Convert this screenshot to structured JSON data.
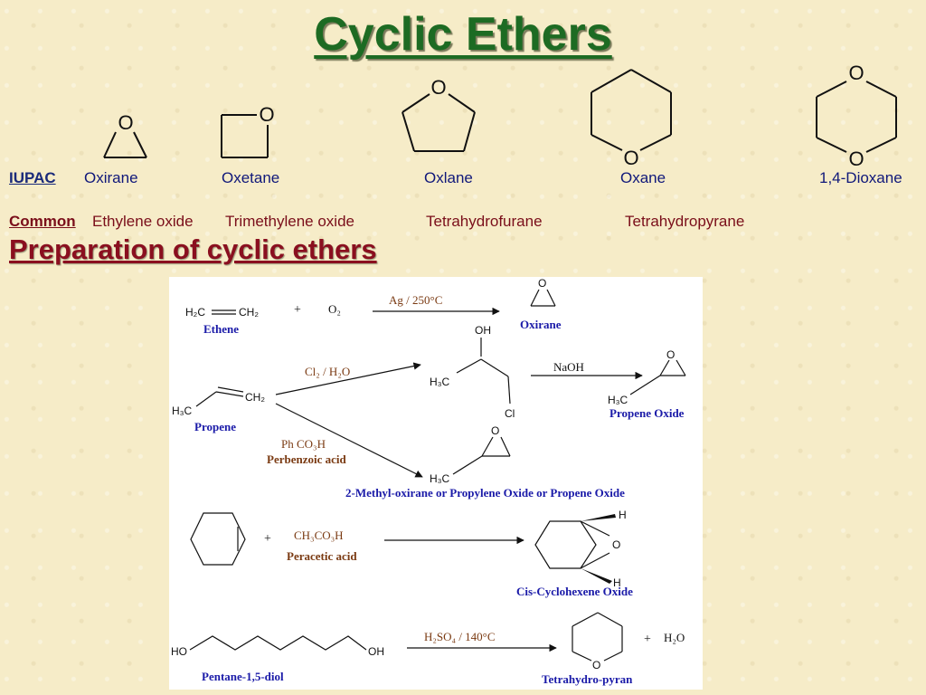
{
  "title": "Cyclic Ethers",
  "iupac": {
    "label": "IUPAC",
    "names": [
      "Oxirane",
      "Oxetane",
      "Oxlane",
      "Oxane",
      "1,4-Dioxane"
    ]
  },
  "common": {
    "label": "Common",
    "names": [
      "Ethylene oxide",
      "Trimethylene oxide",
      "Tetrahydrofurane",
      "Tetrahydropyrane"
    ]
  },
  "atom_label": "O",
  "section_title": "Preparation of cyclic ethers",
  "scheme": {
    "r1": {
      "reactant_h2c": "H₂C",
      "reactant_ch2": "CH₂",
      "reactant_name": "Ethene",
      "plus": "+",
      "o2": "O₂",
      "condition": "Ag / 250°C",
      "product_name": "Oxirane"
    },
    "r2": {
      "reactant_h3c": "H₃C",
      "reactant_ch2": "CH₂",
      "reactant_name": "Propene",
      "cond1": "Cl₂ / H₂O",
      "oh": "OH",
      "h3c": "H₃C",
      "cl": "Cl",
      "naoh": "NaOH",
      "product1_h3c": "H₃C",
      "product1_name": "Propene Oxide",
      "cond2": "Ph CO₃H",
      "cond2_name": "Perbenzoic acid",
      "product2_h3c": "H₃C",
      "product2_name": "2-Methyl-oxirane or Propylene Oxide or Propene Oxide"
    },
    "r3": {
      "plus": "+",
      "reagent": "CH₃CO₃H",
      "reagent_name": "Peracetic acid",
      "h_top": "H",
      "h_bottom": "H",
      "product_name": "Cis-Cyclohexene Oxide"
    },
    "r4": {
      "ho": "HO",
      "oh": "OH",
      "reactant_name": "Pentane-1,5-diol",
      "condition": "H₂SO₄ / 140°C",
      "plus": "+",
      "water": "H₂O",
      "product_name": "Tetrahydro-pyran"
    }
  },
  "colors": {
    "title": "#1d6b23",
    "iupac": "#10187a",
    "common": "#7a0e1a",
    "scheme_blue": "#1a1aa8",
    "scheme_brown": "#7a3a12",
    "scheme_green": "#2a6a2a"
  }
}
